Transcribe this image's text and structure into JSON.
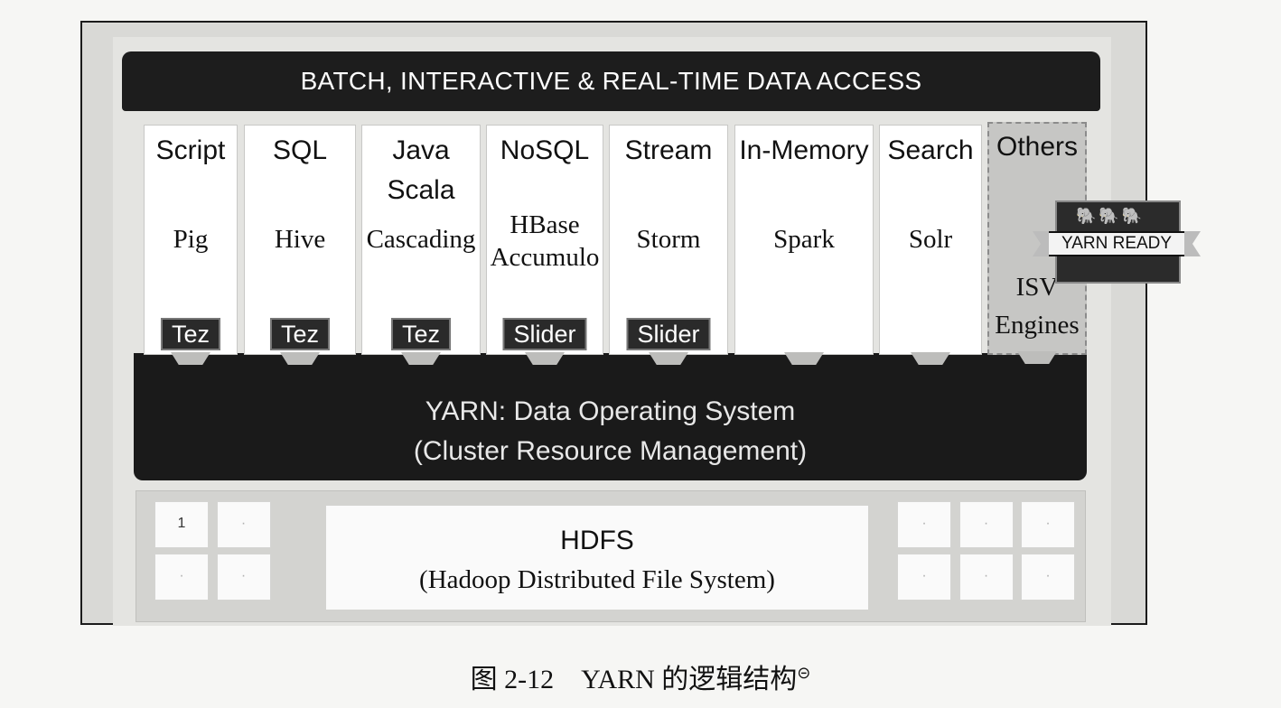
{
  "banner": {
    "text": "BATCH, INTERACTIVE & REAL-TIME DATA ACCESS"
  },
  "engines": [
    {
      "category": "Script",
      "tools": [
        "Pig"
      ],
      "badge": "Tez"
    },
    {
      "category": "SQL",
      "tools": [
        "Hive"
      ],
      "badge": "Tez"
    },
    {
      "category": "Java\nScala",
      "tools": [
        "Cascading"
      ],
      "badge": "Tez"
    },
    {
      "category": "NoSQL",
      "tools": [
        "HBase",
        "Accumulo"
      ],
      "badge": "Slider"
    },
    {
      "category": "Stream",
      "tools": [
        "Storm"
      ],
      "badge": "Slider"
    },
    {
      "category": "In-Memory",
      "tools": [
        "Spark"
      ],
      "badge": ""
    },
    {
      "category": "Search",
      "tools": [
        "Solr"
      ],
      "badge": ""
    }
  ],
  "others": {
    "category": "Others",
    "ribbon": "YARN READY",
    "isv_line1": "ISV",
    "isv_line2": "Engines"
  },
  "yarn": {
    "line1": "YARN: Data Operating System",
    "line2": "(Cluster Resource Management)"
  },
  "hdfs": {
    "title": "HDFS",
    "subtitle": "(Hadoop Distributed File System)",
    "first_cell_label": "1"
  },
  "caption": {
    "text": "图 2-12　YARN 的逻辑结构",
    "footnote_mark": "⊝"
  }
}
